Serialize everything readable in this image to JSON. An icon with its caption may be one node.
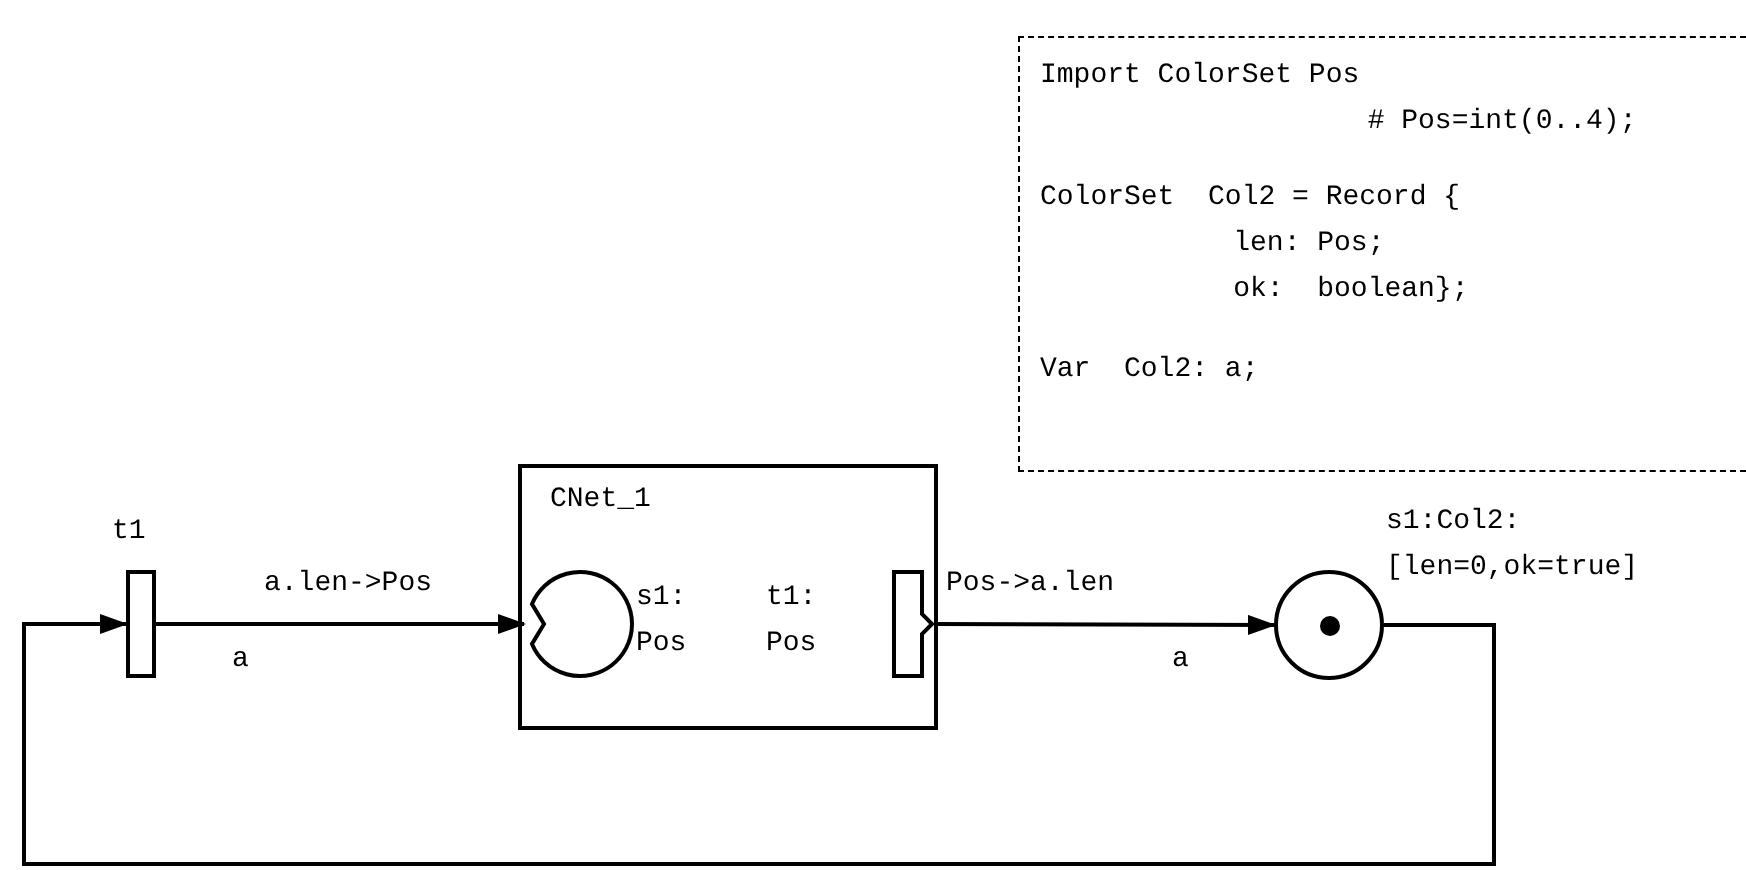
{
  "diagram": {
    "nodes": [
      {
        "text": [
          "Import ColorSet Pos",
          "# Pos=int(0..4);",
          "ColorSet  Col2 = Record {",
          "len: Pos;",
          "ok:  boolean};",
          "Var  Col2: a;"
        ]
      },
      {
        "text": [],
        "shape": "bar",
        "beside": [
          "t1"
        ]
      },
      {
        "text": [
          "CNet_1"
        ]
      },
      {
        "text": [
          "s1: Pos"
        ],
        "in": 2
      },
      {
        "text": [
          "t1: Pos"
        ],
        "in": 2
      },
      {
        "text": [],
        "shape": "circle",
        "beside": [
          "s1:Col2: [len=0,ok=true]"
        ]
      }
    ],
    "edges": [
      {
        "from": 1,
        "to": 3,
        "arrow": "to",
        "label": "a"
      },
      {
        "from": 4,
        "to": 5,
        "arrow": "to",
        "label": "a"
      },
      {
        "from": 5,
        "to": 1,
        "arrow": "to"
      }
    ],
    "labels": [
      "a.len->Pos",
      "Pos->a.len"
    ]
  }
}
